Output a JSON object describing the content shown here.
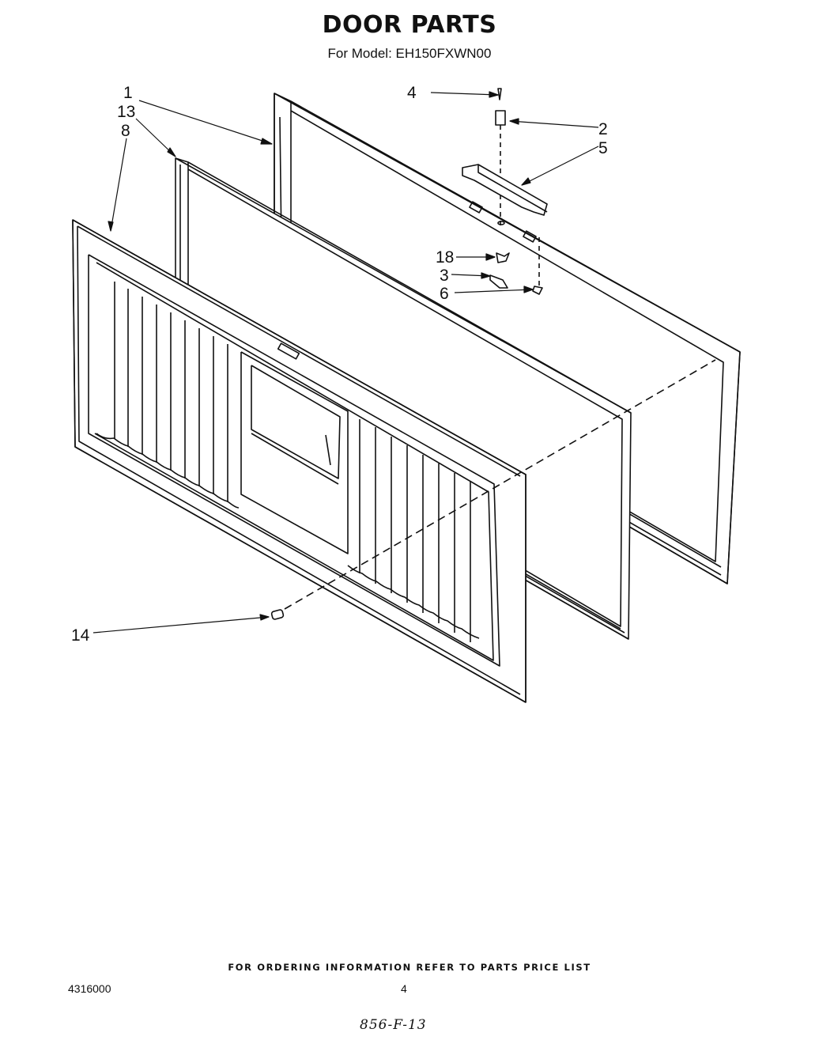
{
  "header": {
    "title": "DOOR PARTS",
    "model": "For Model: EH150FXWN00"
  },
  "callouts": [
    {
      "id": "c1",
      "label": "1"
    },
    {
      "id": "c13",
      "label": "13"
    },
    {
      "id": "c8",
      "label": "8"
    },
    {
      "id": "c4",
      "label": "4"
    },
    {
      "id": "c2",
      "label": "2"
    },
    {
      "id": "c5",
      "label": "5"
    },
    {
      "id": "c18",
      "label": "18"
    },
    {
      "id": "c3",
      "label": "3"
    },
    {
      "id": "c6",
      "label": "6"
    },
    {
      "id": "c14",
      "label": "14"
    }
  ],
  "footer": {
    "note": "FOR ORDERING INFORMATION REFER TO PARTS PRICE LIST",
    "code": "4316000",
    "page": "4",
    "handwritten": "856-F-13"
  }
}
